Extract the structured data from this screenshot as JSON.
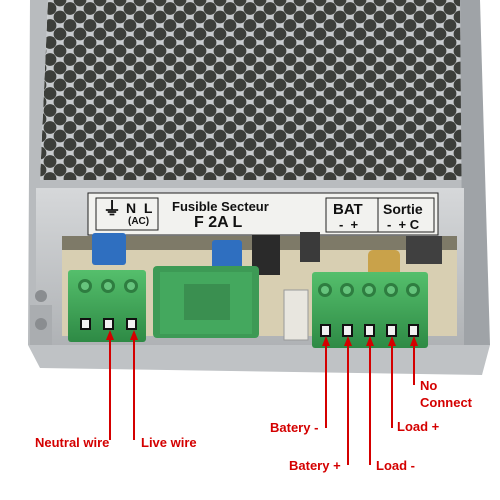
{
  "panel": {
    "ground_symbol": "⏚",
    "n_l": "N  L",
    "ac": "(AC)",
    "fuse_title": "Fusible Secteur",
    "fuse_rating": "F 2A L",
    "bat": "BAT",
    "bat_polarity": "-  +",
    "sortie": "Sortie",
    "sortie_polarity": "-  + C"
  },
  "labels": {
    "neutral": "Neutral wire",
    "live": "Live wire",
    "battery_minus": "Batery -",
    "battery_plus": "Batery +",
    "load_minus": "Load -",
    "load_plus": "Load +",
    "no_connect_1": "No",
    "no_connect_2": "Connect"
  },
  "colors": {
    "label_red": "#d40000",
    "terminal_green": "#3fa55a",
    "chassis_silver": "#c9ccd0",
    "blue_capacitor": "#2f6fc0"
  }
}
